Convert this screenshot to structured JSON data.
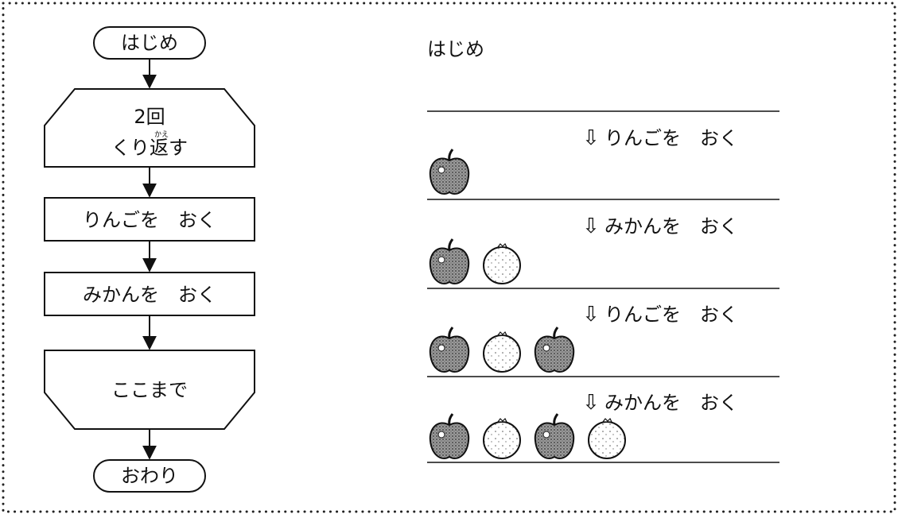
{
  "flowchart": {
    "start": "はじめ",
    "loop_count": "2回",
    "loop_text": "くり返す",
    "loop_ruby": "かえ",
    "step1": "りんごを　おく",
    "step2": "みかんを　おく",
    "loop_end": "ここまで",
    "end": "おわり"
  },
  "trace": {
    "title": "はじめ",
    "steps": [
      {
        "arrow": "⇩",
        "label": "りんごを　おく",
        "fruits": [
          "apple"
        ]
      },
      {
        "arrow": "⇩",
        "label": "みかんを　おく",
        "fruits": [
          "apple",
          "orange"
        ]
      },
      {
        "arrow": "⇩",
        "label": "りんごを　おく",
        "fruits": [
          "apple",
          "orange",
          "apple"
        ]
      },
      {
        "arrow": "⇩",
        "label": "みかんを　おく",
        "fruits": [
          "apple",
          "orange",
          "apple",
          "orange"
        ]
      }
    ]
  },
  "icons": {
    "apple": "apple-icon",
    "orange": "orange-icon",
    "arrow": "down-arrow-icon"
  },
  "colors": {
    "ink": "#111111",
    "apple_fill": "#8a8a8a",
    "orange_fill": "#ffffff",
    "background": "#ffffff"
  }
}
